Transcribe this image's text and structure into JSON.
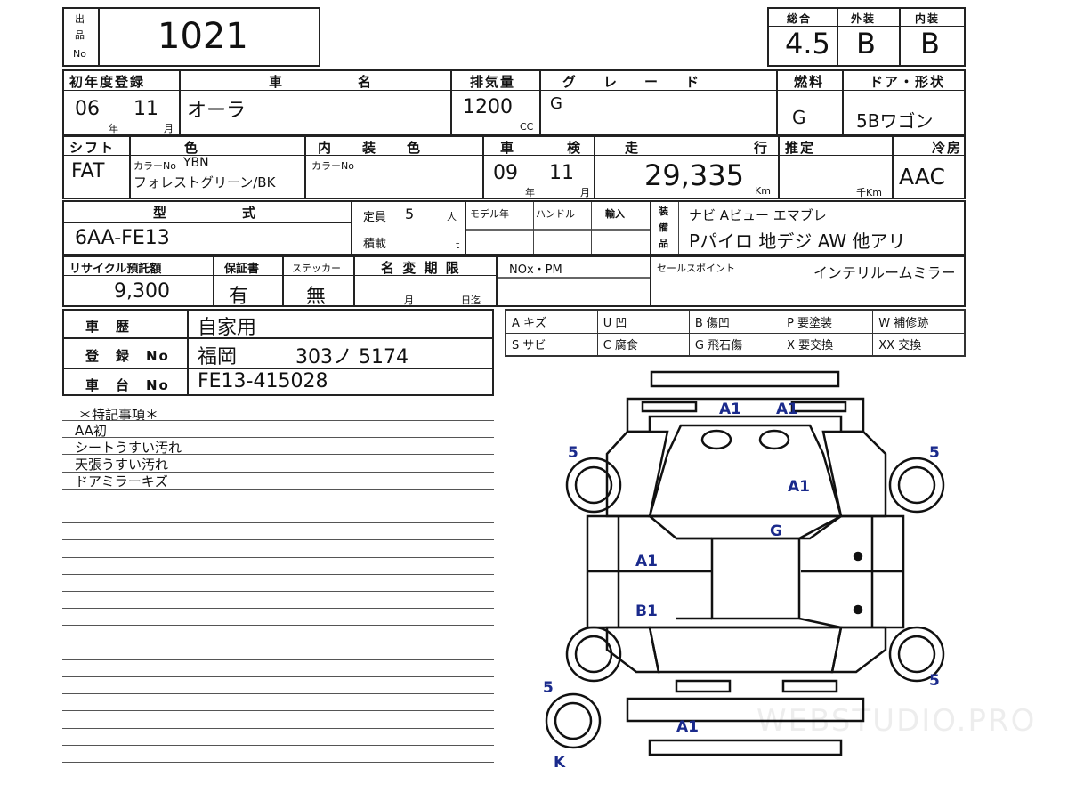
{
  "lot": {
    "label1": "出",
    "label2": "品",
    "label3": "No",
    "number": "1021"
  },
  "scores": {
    "overall_label": "総合",
    "exterior_label": "外装",
    "interior_label": "内装",
    "overall": "4.5",
    "exterior": "B",
    "interior": "B"
  },
  "row1": {
    "reg_label": "初年度登録",
    "reg_year": "06",
    "reg_year_unit": "年",
    "reg_month": "11",
    "reg_month_unit": "月",
    "name_label1": "車",
    "name_label2": "名",
    "name": "オーラ",
    "cc_label": "排気量",
    "cc": "1200",
    "cc_unit": "CC",
    "grade_label": "グ　レ　ー　ド",
    "grade": "G",
    "fuel_label": "燃料",
    "fuel": "G",
    "door_label": "ドア・形状",
    "door": "5Bワゴン"
  },
  "row2": {
    "shift_label": "シフト",
    "shift": "FAT",
    "color_label": "色",
    "color_no_label": "カラーNo",
    "color_no": "YBN",
    "color": "フォレストグリーン/BK",
    "int_label": "内　装　色",
    "int_no_label": "カラーNo",
    "inspect_label1": "車",
    "inspect_label2": "検",
    "inspect_year": "09",
    "inspect_month": "11",
    "year_unit": "年",
    "month_unit": "月",
    "mileage_label1": "走",
    "mileage_label2": "行",
    "mileage": "29,335",
    "mileage_unit": "Km",
    "est_label": "推定",
    "est_unit": "千Km",
    "ac_label": "冷房",
    "ac": "AAC"
  },
  "row3": {
    "model_label1": "型",
    "model_label2": "式",
    "model": "6AA-FE13",
    "capacity_label": "定員",
    "capacity": "5",
    "capacity_unit": "人",
    "load_label": "積載",
    "load_unit": "t",
    "model_year_label": "モデル年",
    "handle_label": "ハンドル",
    "import_label": "輸入",
    "equip_label1": "装",
    "equip_label2": "備",
    "equip_label3": "品",
    "equip1": "ナビ Aビュー エマブレ",
    "equip2": "Pパイロ 地デジ AW 他アリ"
  },
  "row4": {
    "recycle_label": "リサイクル預託額",
    "recycle": "9,300",
    "warranty_label": "保証書",
    "warranty": "有",
    "sticker_label": "ステッカー",
    "sticker": "無",
    "transfer_label": "名 変 期 限",
    "transfer_month": "月",
    "transfer_day": "日迄",
    "nox_label": "NOx・PM",
    "sales_label": "セールスポイント",
    "sales": "インテリルームミラー"
  },
  "history": {
    "history_label": "車　歴",
    "history": "自家用",
    "plate_label": "登　録　No",
    "plate": "福岡　　　303ノ 5174",
    "chassis_label": "車　台　No",
    "chassis": "FE13-415028"
  },
  "legend": [
    [
      "A キズ",
      "U 凹",
      "B 傷凹",
      "P 要塗装",
      "W 補修跡"
    ],
    [
      "S サビ",
      "C 腐食",
      "G 飛石傷",
      "X 要交換",
      "XX 交換"
    ]
  ],
  "notes": {
    "title": "＊特記事項＊",
    "lines": [
      "AA初",
      "シートうすい汚れ",
      "天張うすい汚れ",
      "ドアミラーキズ"
    ]
  },
  "diagram_marks": [
    "A1",
    "A1",
    "5",
    "5",
    "A1",
    "G",
    "A1",
    "B1",
    "5",
    "A1",
    "5",
    "K"
  ],
  "watermark": "WEBSTUDIO.PRO"
}
